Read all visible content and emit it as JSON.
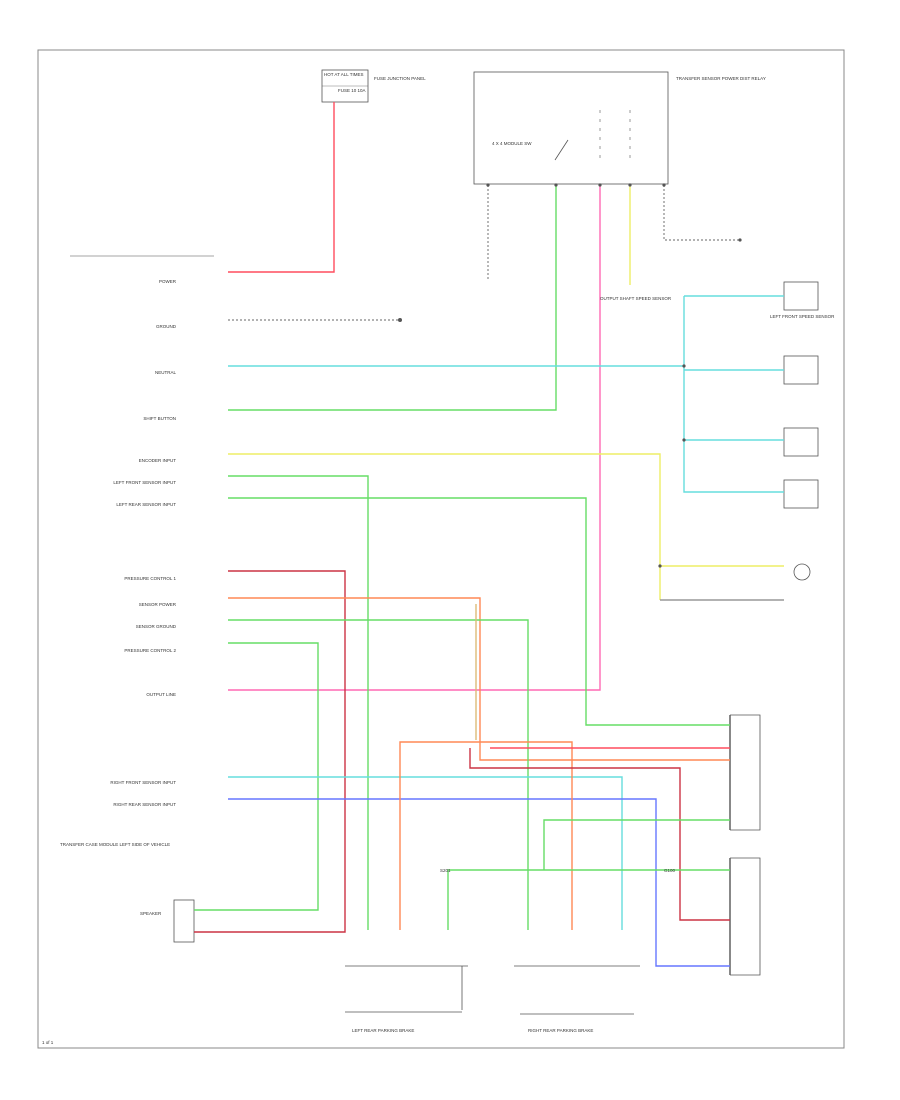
{
  "colors": {
    "border": "#888888",
    "component": "#555555",
    "red": "#ff4d5e",
    "pink": "#ff69b4",
    "magenta": "#ff44ee",
    "green": "#66dd66",
    "yellow": "#eeee66",
    "cyan": "#66dddd",
    "blue": "#6677ff",
    "orange": "#ff8855",
    "tan": "#ddbb77",
    "darkred": "#cc3344",
    "gray": "#999999"
  },
  "labels": {
    "fuse_block": "HOT AT ALL TIMES",
    "fuse": "FUSE 10 10A",
    "fuse_panel": "FUSE JUNCTION PANEL",
    "top_module": "TRANSFER SENSOR POWER DIST RELAY",
    "pin_power": "POWER",
    "pin_ground": "GROUND",
    "pin_neutral": "NEUTRAL",
    "pin_shift_button": "SHIFT BUTTON",
    "pin_enc_input": "ENCODER INPUT",
    "pin_lf_speed": "LEFT FRONT SENSOR INPUT",
    "pin_lr_speed": "LEFT REAR SENSOR INPUT",
    "pin_pc1": "PRESSURE CONTROL 1",
    "pin_sensor_power": "SENSOR POWER",
    "pin_sensor_ground": "SENSOR GROUND",
    "pin_pc2": "PRESSURE CONTROL 2",
    "pin_output": "OUTPUT LINE",
    "pin_rf_speed": "RIGHT FRONT SENSOR INPUT",
    "pin_rr_speed": "RIGHT REAR SENSOR INPUT",
    "controller": "TRANSFER CASE MODULE LEFT SIDE OF VEHICLE",
    "right_modules": "LEFT FRONT SPEED SENSOR",
    "mid_note": "OUTPUT SHAFT SPEED SENSOR",
    "bottom_left": "LEFT REAR PARKING BRAKE",
    "bottom_right": "RIGHT REAR PARKING BRAKE",
    "gnd_label": "G100",
    "splice": "S201",
    "speaker": "SPEAKER",
    "footer": "1 of 1"
  }
}
